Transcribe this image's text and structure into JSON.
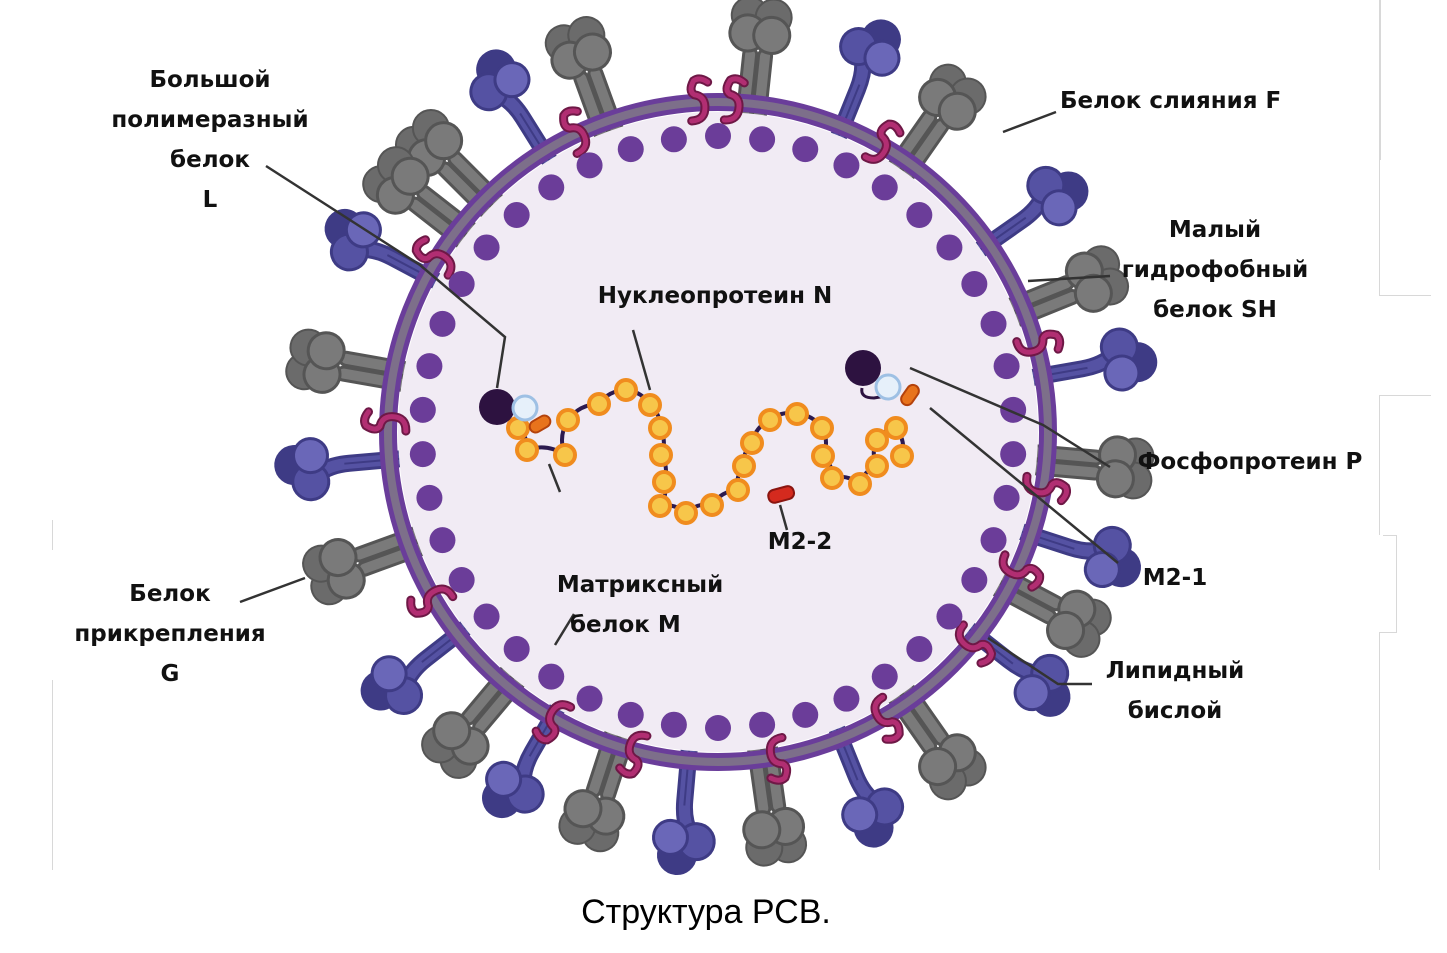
{
  "diagram": {
    "title": "Структура РСВ.",
    "labels": {
      "L": [
        "Большой",
        "полимеразный",
        "белок",
        "L"
      ],
      "F": [
        "Белок слияния  F"
      ],
      "SH": [
        "Малый",
        "гидрофобный",
        "белок SH"
      ],
      "N": [
        "Нуклеопротеин N"
      ],
      "P": [
        "Фосфопротеин P"
      ],
      "M2_1": [
        "M2-1"
      ],
      "M2_2": [
        "M2-2"
      ],
      "M": [
        "Матриксный",
        "белок M"
      ],
      "G": [
        "Белок",
        "прикрепления",
        "G"
      ],
      "lipid": [
        "Липидный",
        "бислой"
      ]
    },
    "colors": {
      "membrane_outer": "#6a3d9a",
      "membrane_core": "#7d6f8a",
      "interior": "#f1ebf4",
      "matrix_dot": "#6b3d99",
      "G_protein": "#5552a3",
      "G_protein_dark": "#3e3b85",
      "F_protein": "#7a7a7a",
      "F_protein_dark": "#555555",
      "SH_protein": "#b12e72",
      "nucleoprotein": "#f7c64a",
      "nucleoprotein_edge": "#f08c1e",
      "rna": "#2c1a4f",
      "L_protein": "#2d1240",
      "P_protein": "#e6f0fa",
      "M2_1": "#e8731c",
      "M2_2": "#d42a1e"
    }
  }
}
